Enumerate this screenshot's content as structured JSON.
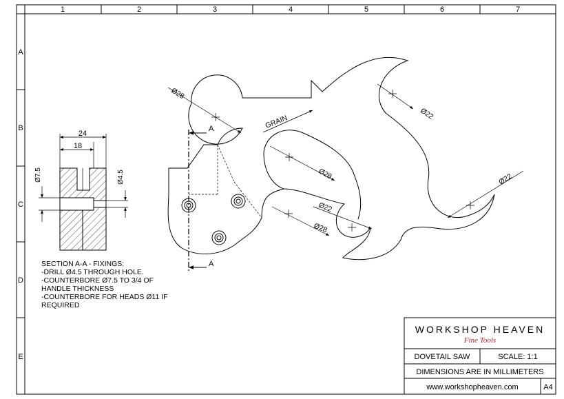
{
  "grid": {
    "columns": [
      "1",
      "2",
      "3",
      "4",
      "5",
      "6",
      "7"
    ],
    "rows": [
      "A",
      "B",
      "C",
      "D",
      "E"
    ]
  },
  "section_view": {
    "dim_overall": "24",
    "dim_slot": "18",
    "dim_counterbore": "Ø7.5",
    "dim_hole": "Ø4.5"
  },
  "notes": {
    "title": "SECTION A-A - FIXINGS:",
    "lines": [
      "-DRILL  Ø4.5 THROUGH HOLE.",
      "-COUNTERBORE Ø7.5 TO 3/4 OF",
      "HANDLE THICKNESS",
      "-COUNTERBORE FOR HEADS Ø11 IF",
      "REQUIRED"
    ]
  },
  "handle": {
    "section_label_top": "A",
    "section_label_bottom": "A",
    "grain_label": "GRAIN",
    "dims": {
      "top_left": "Ø28",
      "top_right": "Ø22",
      "right": "Ø22",
      "middle_upper": "Ø28",
      "lower_a": "Ø22",
      "lower_b": "Ø28"
    }
  },
  "title_block": {
    "company": "WORKSHOP HEAVEN",
    "tagline": "Fine Tools",
    "part_name": "DOVETAIL SAW",
    "scale": "SCALE: 1:1",
    "units_note": "DIMENSIONS ARE IN MILLIMETERS",
    "website": "www.workshopheaven.com",
    "sheet_size": "A4"
  }
}
